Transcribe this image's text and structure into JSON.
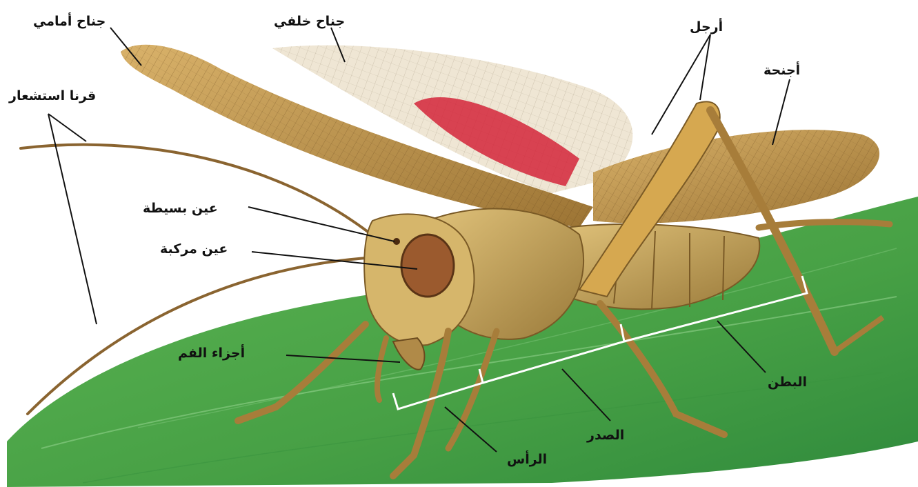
{
  "diagram": {
    "labels": {
      "forewing": "جناح أمامي",
      "hindwing": "جناح خلفي",
      "legs": "أرجل",
      "wings": "أجنحة",
      "antennae": "قرنا استشعار",
      "simple_eye": "عين بسيطة",
      "compound_eye": "عين مركبة",
      "mouthparts": "أجزاء الفم",
      "head": "الرأس",
      "thorax": "الصدر",
      "abdomen": "البطن"
    },
    "colors": {
      "leaf": "#4fa645",
      "leaf_dark": "#2f8a3c",
      "body": "#c9a55a",
      "body_dark": "#8a6a2e",
      "wing": "#c49a55",
      "wing_red": "#d4253a",
      "eye": "#9b5a2e"
    }
  }
}
